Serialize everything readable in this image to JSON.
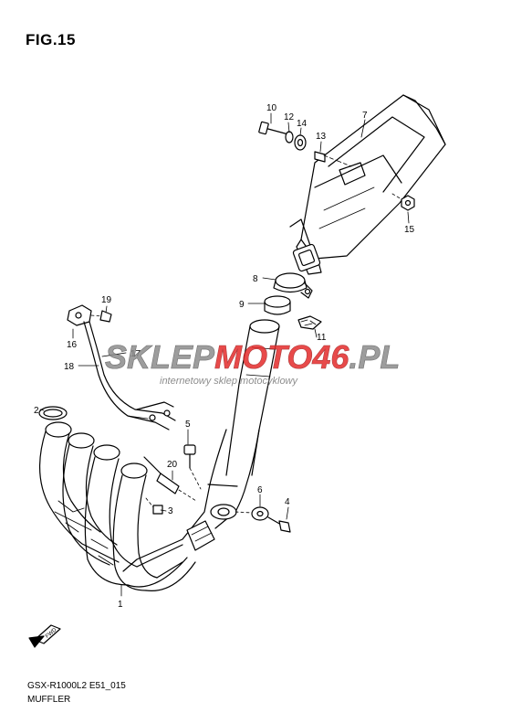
{
  "figure": {
    "title": "FIG.15",
    "model_code": "GSX-R1000L2 E51_015",
    "group_name": "MUFFLER"
  },
  "watermark": {
    "prefix": "SKLEP",
    "highlight": "MOTO",
    "number": "46",
    "suffix": ".PL",
    "tagline": "internetowy sklep motocyklowy",
    "colors": {
      "gray": "#8c8c8c",
      "red": "#e52b2b"
    }
  },
  "fwd_marker": "FWD",
  "parts": [
    {
      "ref": "1"
    },
    {
      "ref": "2"
    },
    {
      "ref": "3"
    },
    {
      "ref": "4"
    },
    {
      "ref": "5"
    },
    {
      "ref": "6"
    },
    {
      "ref": "7"
    },
    {
      "ref": "8"
    },
    {
      "ref": "9"
    },
    {
      "ref": "10"
    },
    {
      "ref": "11"
    },
    {
      "ref": "12"
    },
    {
      "ref": "13"
    },
    {
      "ref": "14"
    },
    {
      "ref": "15"
    },
    {
      "ref": "16"
    },
    {
      "ref": "17"
    },
    {
      "ref": "18"
    },
    {
      "ref": "19"
    },
    {
      "ref": "20"
    }
  ]
}
